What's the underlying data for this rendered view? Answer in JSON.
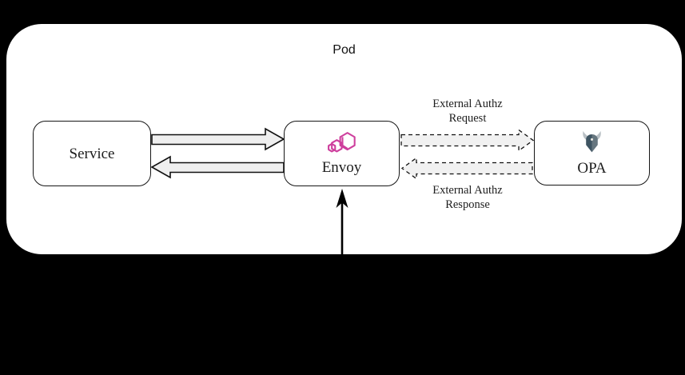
{
  "pod": {
    "label": "Pod"
  },
  "nodes": {
    "service": {
      "label": "Service"
    },
    "envoy": {
      "label": "Envoy",
      "icon": "envoy-logo"
    },
    "opa": {
      "label": "OPA",
      "icon": "opa-logo"
    }
  },
  "edge_labels": {
    "request": {
      "line1": "External Authz",
      "line2": "Request"
    },
    "response": {
      "line1": "External Authz",
      "line2": "Response"
    }
  },
  "edges": [
    {
      "from": "service",
      "to": "envoy",
      "style": "solid-block-arrow"
    },
    {
      "from": "envoy",
      "to": "service",
      "style": "solid-block-arrow"
    },
    {
      "from": "envoy",
      "to": "opa",
      "style": "dashed-block-arrow",
      "label": "External Authz Request"
    },
    {
      "from": "opa",
      "to": "envoy",
      "style": "dashed-block-arrow",
      "label": "External Authz Response"
    },
    {
      "from": "bottom-edge",
      "to": "envoy",
      "style": "solid-line-arrow"
    }
  ],
  "colors": {
    "background": "#000000",
    "pod_fill": "#ffffff",
    "box_border": "#161616",
    "arrow_fill": "#efefef",
    "arrow_stroke": "#111111",
    "text": "#1d1d1d",
    "envoy_pink": "#ce3f9d",
    "opa_helmet_dark": "#3e5462",
    "opa_helmet_light": "#66767f",
    "opa_horns": "#b9c0c5"
  }
}
